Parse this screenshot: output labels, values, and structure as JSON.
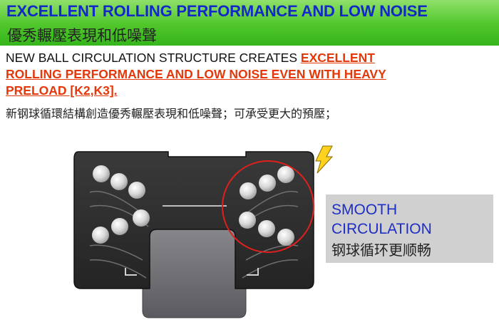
{
  "banner": {
    "title": "EXCELLENT ROLLING PERFORMANCE AND LOW NOISE",
    "subtitle": "優秀輾壓表現和低噪聲",
    "bg_color": "#4fc62a",
    "title_color": "#1229c8"
  },
  "description": {
    "prefix": "NEW BALL CIRCULATION STRUCTURE CREATES ",
    "highlight_line1": "EXCELLENT",
    "highlight_line2": "ROLLING PERFORMANCE AND LOW NOISE EVEN WITH HEAVY",
    "highlight_line3": "PRELOAD [K2,K3].",
    "highlight_color": "#e4380b"
  },
  "chinese_description": "新钢球循環結構創造優秀輾壓表現和低噪聲；可承受更大的預壓；",
  "callout": {
    "title": "SMOOTH\nCIRCULATION",
    "subtitle": "钢球循环更顺畅",
    "bg_color": "#d0d0d0",
    "title_color": "#1e2ec4"
  },
  "diagram": {
    "icons": [
      "lightning-icon",
      "highlight-circle"
    ],
    "circle_color": "#e0201c",
    "block_color": "#2c2c2c",
    "rail_color": "#6c6c70"
  }
}
